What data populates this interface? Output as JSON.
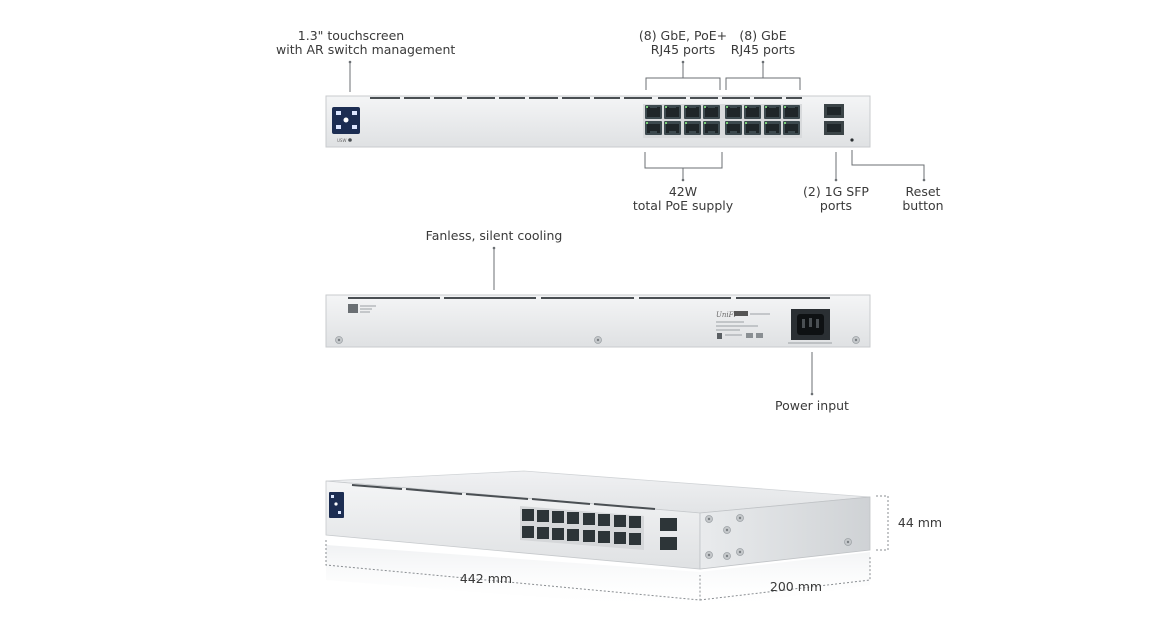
{
  "front": {
    "touchscreen": {
      "line1": "1.3\" touchscreen",
      "line2": "with AR switch management"
    },
    "poe_ports": {
      "line1": "(8) GbE, PoE+",
      "line2": "RJ45 ports"
    },
    "gbe_ports": {
      "line1": "(8) GbE",
      "line2": "RJ45 ports"
    },
    "poe_supply": {
      "line1": "42W",
      "line2": "total PoE supply"
    },
    "sfp_ports": {
      "line1": "(2) 1G SFP",
      "line2": "ports"
    },
    "reset": {
      "line1": "Reset",
      "line2": "button"
    }
  },
  "back": {
    "cooling": "Fanless, silent cooling",
    "power": "Power input"
  },
  "dimensions": {
    "width": "442 mm",
    "depth": "200 mm",
    "height": "44 mm"
  }
}
